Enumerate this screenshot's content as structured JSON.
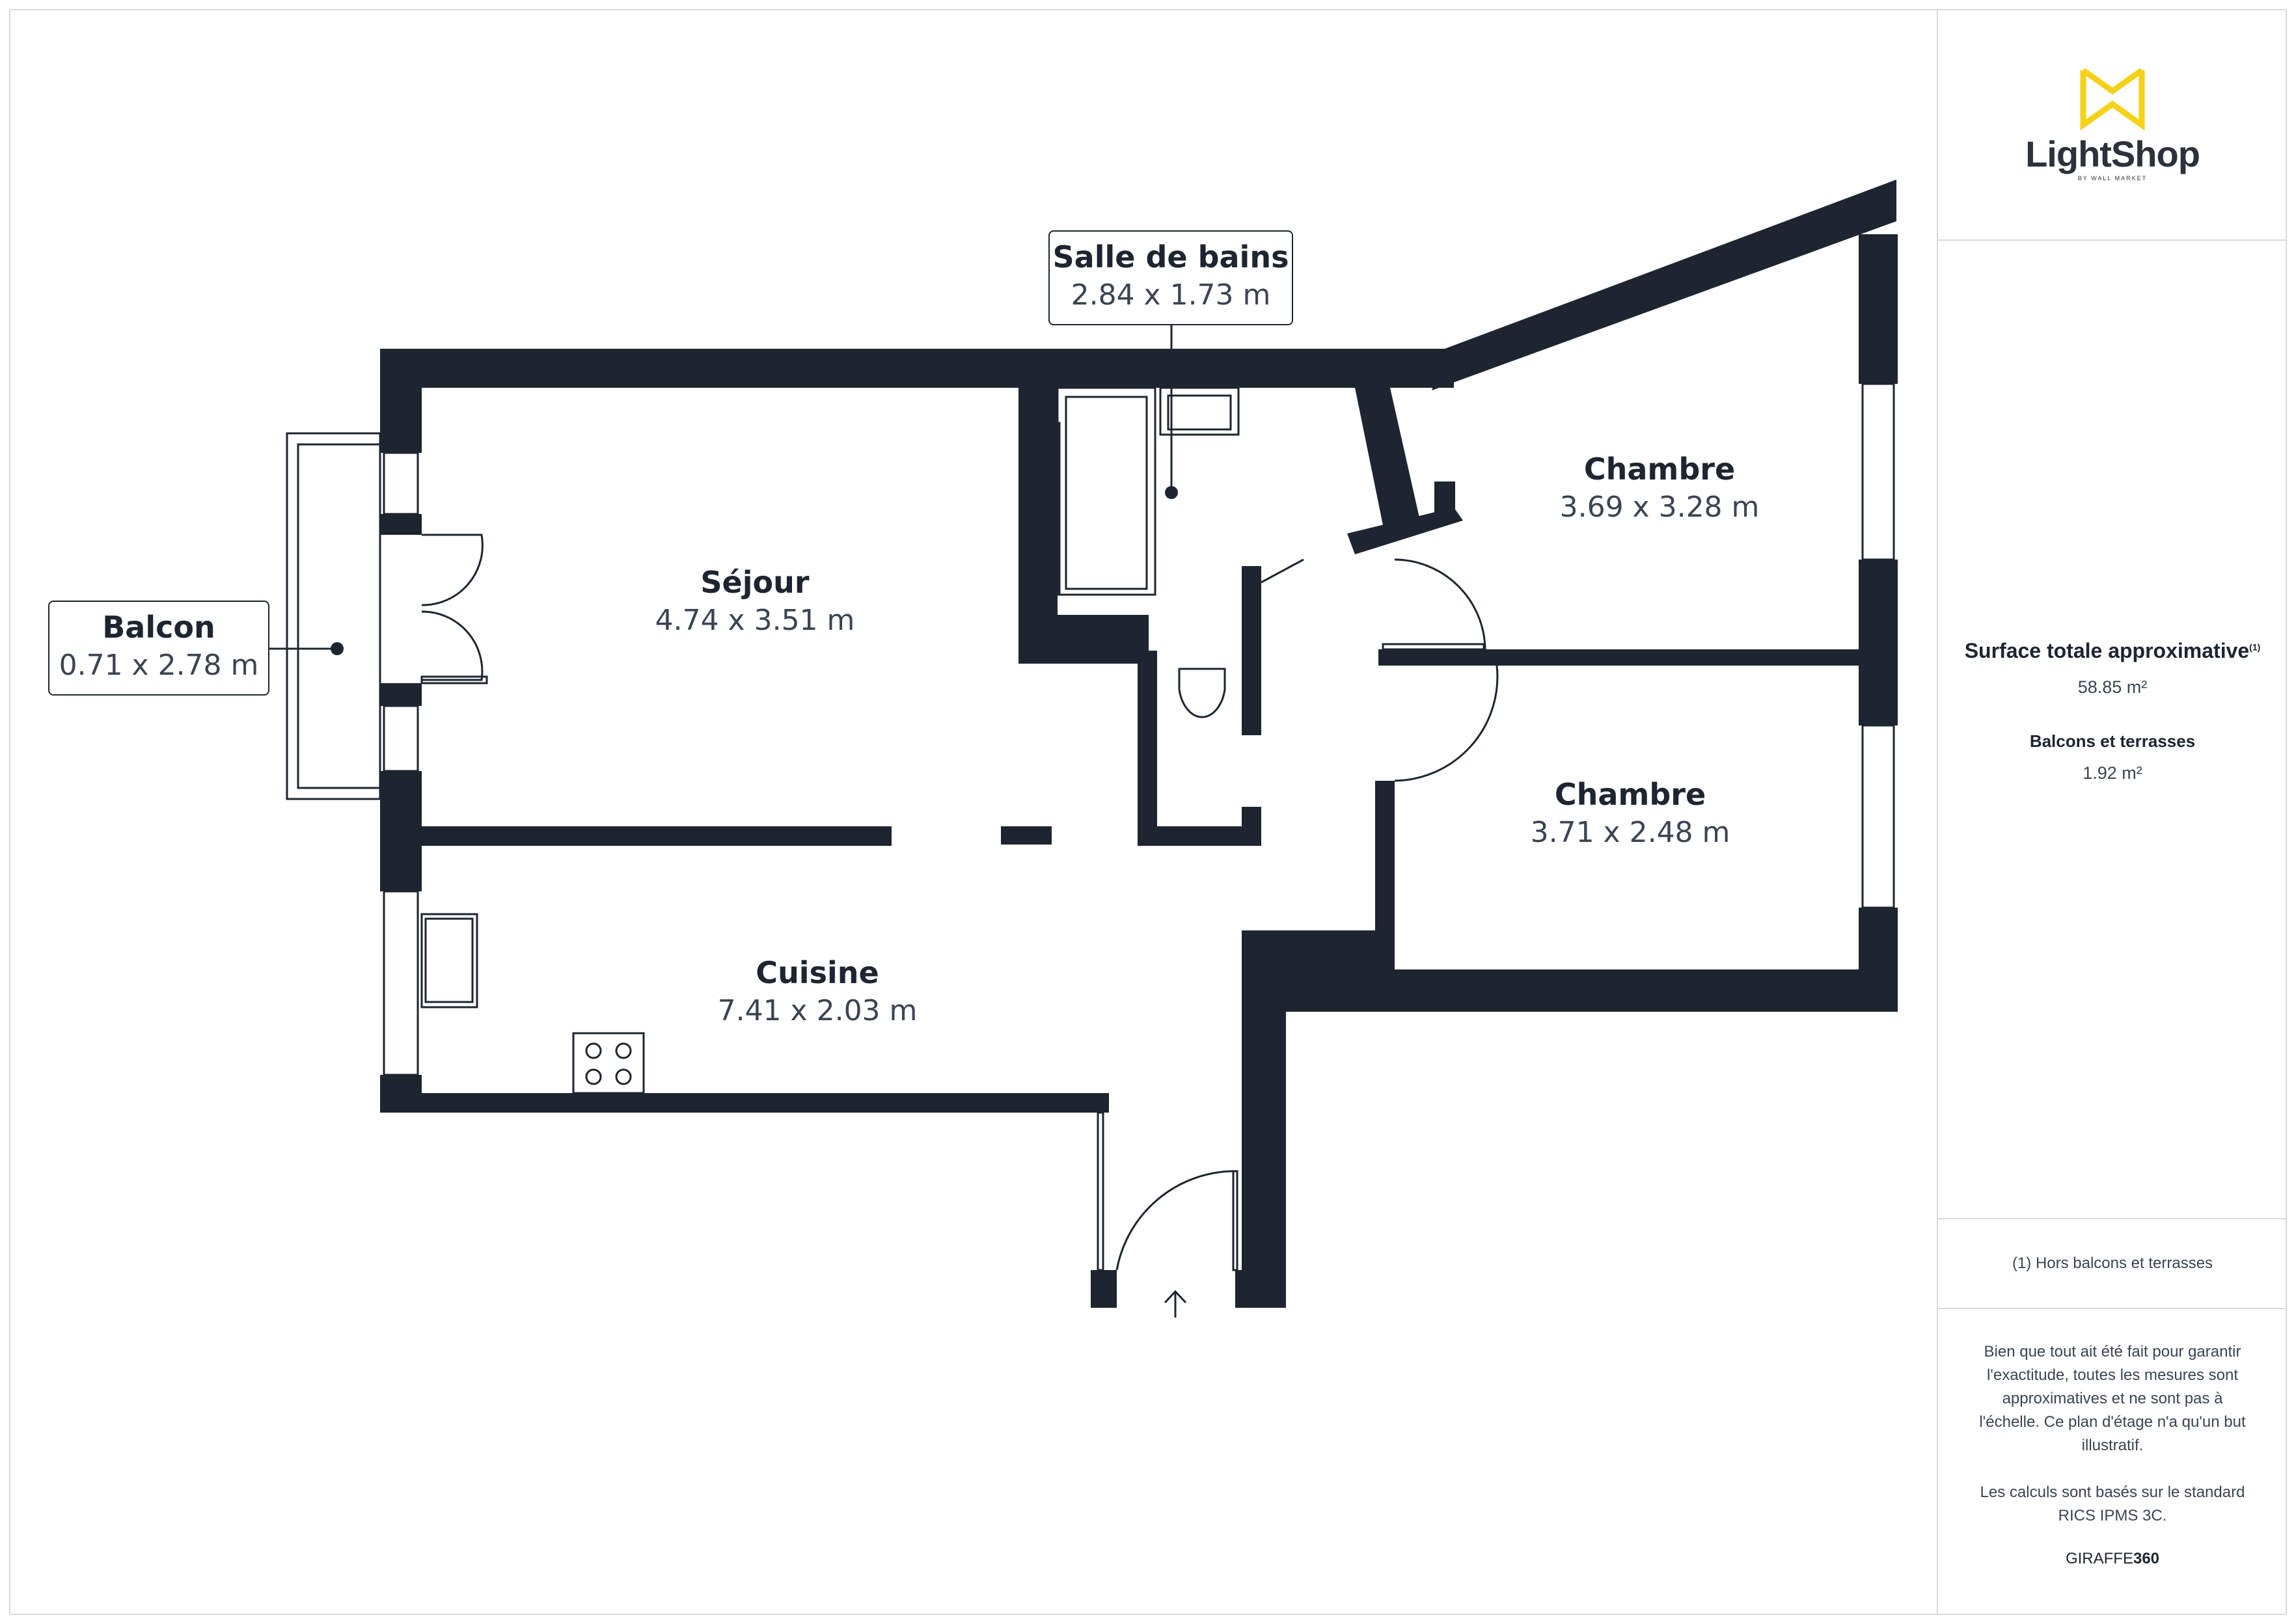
{
  "brand": {
    "name": "LightShop",
    "sub": "BY WALL MARKET",
    "color_accent": "#f5d218",
    "color_text": "#2b323b"
  },
  "colors": {
    "wall": "#1d2531",
    "line": "#1d2531"
  },
  "rooms": [
    {
      "name": "Salle de bains",
      "dims": "2.84 x 1.73 m"
    },
    {
      "name": "Balcon",
      "dims": "0.71 x 2.78 m"
    },
    {
      "name": "Séjour",
      "dims": "4.74 x 3.51 m"
    },
    {
      "name": "Chambre",
      "dims": "3.69 x 3.28 m"
    },
    {
      "name": "Chambre",
      "dims": "3.71 x 2.48 m"
    },
    {
      "name": "Cuisine",
      "dims": "7.41 x 2.03 m"
    }
  ],
  "summary": {
    "total_label": "Surface totale approximative",
    "total_sup": "(1)",
    "total_value": "58.85 m²",
    "balcony_label": "Balcons et terrasses",
    "balcony_value": "1.92 m²",
    "footnote": "(1) Hors balcons et terrasses",
    "disclaimer_lines": [
      "Bien que tout ait été fait pour garantir",
      "l'exactitude, toutes les mesures sont",
      "approximatives et ne sont pas à",
      "l'échelle. Ce plan d'étage n'a qu'un but",
      "illustratif."
    ],
    "standard_lines": [
      "Les calculs sont basés sur le standard",
      "RICS IPMS 3C."
    ],
    "provider_prefix": "GIRAFFE",
    "provider_suffix": "360"
  },
  "icons": [
    "lightshop-logo-icon",
    "entrance-arrow-icon",
    "stove-icon",
    "sink-icon",
    "toilet-icon",
    "bathtub-icon"
  ]
}
